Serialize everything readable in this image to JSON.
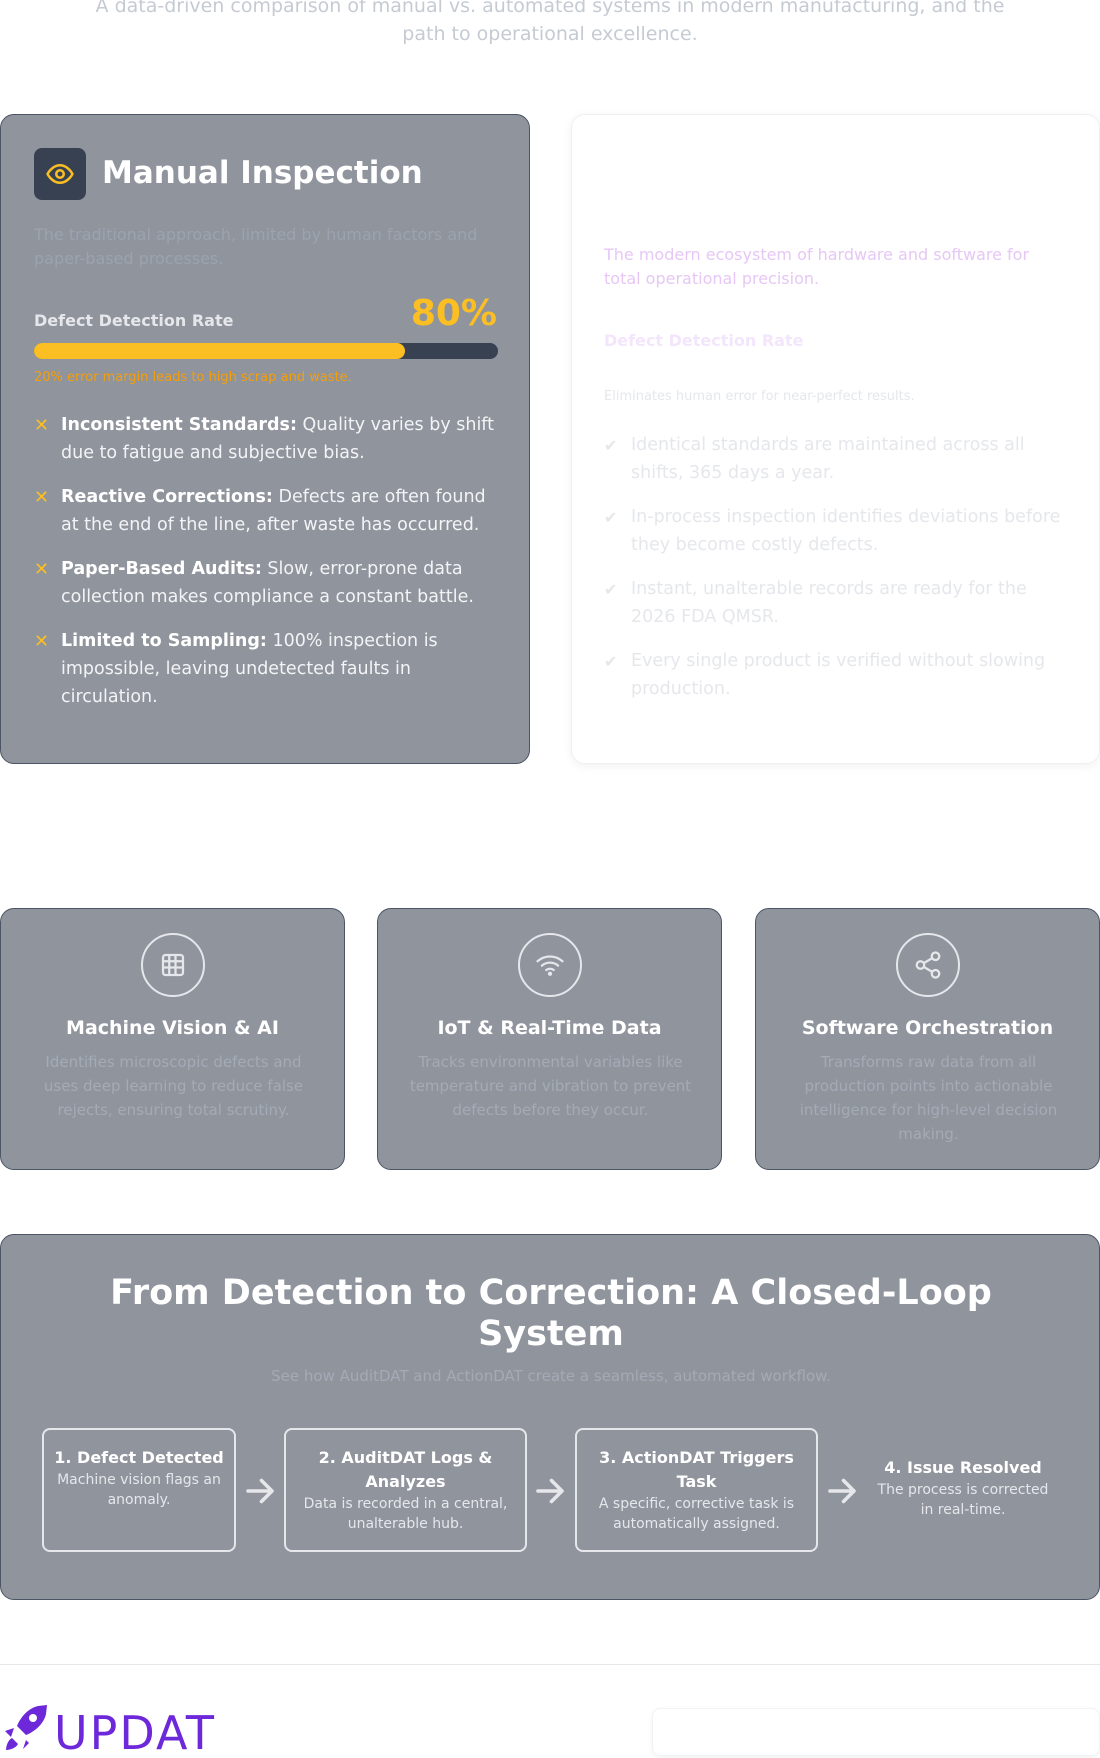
{
  "hero": {
    "subtitle": "A data-driven comparison of manual vs. automated systems in modern manufacturing, and the path to operational excellence."
  },
  "manual": {
    "icon": "eye-icon",
    "title": "Manual Inspection",
    "description": "The traditional approach, limited by human factors and paper-based processes.",
    "rate_label": "Defect Detection Rate",
    "rate_value": "80%",
    "rate_fraction": 0.8,
    "rate_note": "20% error margin leads to high scrap and waste.",
    "items": [
      {
        "title": "Inconsistent Standards:",
        "text": "Quality varies by shift due to fatigue and subjective bias."
      },
      {
        "title": "Reactive Corrections:",
        "text": "Defects are often found at the end of the line, after waste has occurred."
      },
      {
        "title": "Paper-Based Audits:",
        "text": "Slow, error-prone data collection makes compliance a constant battle."
      },
      {
        "title": "Limited to Sampling:",
        "text": "100% inspection is impossible, leaving undetected faults in circulation."
      }
    ]
  },
  "automated": {
    "description": "The modern ecosystem of hardware and software for total operational precision.",
    "rate_label": "Defect Detection Rate",
    "rate_note": "Eliminates human error for near-perfect results.",
    "items": [
      {
        "text": "Identical standards are maintained across all shifts, 365 days a year."
      },
      {
        "text": "In-process inspection identifies deviations before they become costly defects."
      },
      {
        "text": "Instant, unalterable records are ready for the 2026 FDA QMSR."
      },
      {
        "text": "Every single product is verified without slowing production."
      }
    ]
  },
  "features": [
    {
      "icon": "grid-chip-icon",
      "title": "Machine Vision & AI",
      "description": "Identifies microscopic defects and uses deep learning to reduce false rejects, ensuring total scrutiny."
    },
    {
      "icon": "wifi-icon",
      "title": "IoT & Real-Time Data",
      "description": "Tracks environmental variables like temperature and vibration to prevent defects before they occur."
    },
    {
      "icon": "share-icon",
      "title": "Software Orchestration",
      "description": "Transforms raw data from all production points into actionable intelligence for high-level decision making."
    }
  ],
  "loop": {
    "title": "From Detection to Correction: A Closed-Loop System",
    "subtitle": "See how AuditDAT and ActionDAT create a seamless, automated workflow.",
    "steps": [
      {
        "title": "1. Defect Detected",
        "description": "Machine vision flags an anomaly."
      },
      {
        "title": "2. AuditDAT Logs & Analyzes",
        "description": "Data is recorded in a central, unalterable hub."
      },
      {
        "title": "3. ActionDAT Triggers Task",
        "description": "A specific, corrective task is automatically assigned."
      },
      {
        "title": "4. Issue Resolved",
        "description": "The process is corrected in real-time."
      }
    ]
  },
  "footer": {
    "logo_text": "UPDAT"
  },
  "colors": {
    "accent": "#fbbf24",
    "card": "#8f949d",
    "brand": "#6d28d9"
  }
}
